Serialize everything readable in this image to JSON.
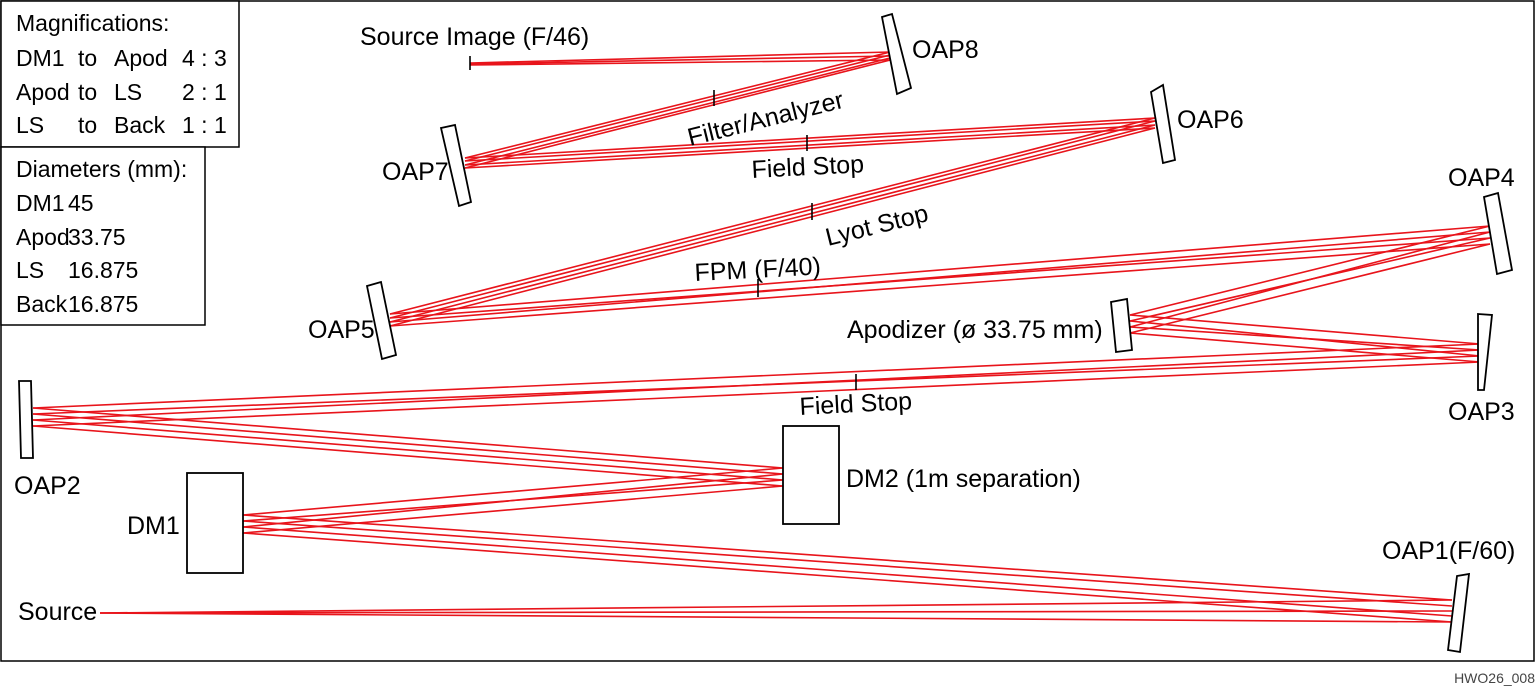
{
  "magnifications": {
    "title": "Magnifications:",
    "rows": [
      {
        "from": "DM1",
        "to": "to",
        "target": "Apod",
        "ratio": "4 : 3"
      },
      {
        "from": "Apod",
        "to": "to",
        "target": "LS",
        "ratio": "2 : 1"
      },
      {
        "from": "LS",
        "to": "to",
        "target": "Back",
        "ratio": "1 : 1"
      }
    ]
  },
  "diameters": {
    "title": "Diameters (mm):",
    "rows": [
      {
        "name": "DM1",
        "value": "45"
      },
      {
        "name": "Apod",
        "value": "33.75"
      },
      {
        "name": "LS",
        "value": "16.875"
      },
      {
        "name": "Back",
        "value": "16.875"
      }
    ]
  },
  "labels": {
    "source_image": "Source Image (F/46)",
    "oap8": "OAP8",
    "filter_analyzer": "Filter/Analyzer",
    "oap7": "OAP7",
    "field_stop_upper": "Field Stop",
    "oap6": "OAP6",
    "lyot_stop": "Lyot Stop",
    "oap4": "OAP4",
    "fpm": "FPM (F/40)",
    "oap5": "OAP5",
    "apodizer": "Apodizer (ø 33.75 mm)",
    "oap3": "OAP3",
    "field_stop_lower": "Field Stop",
    "oap2": "OAP2",
    "dm2": "DM2 (1m separation)",
    "dm1": "DM1",
    "oap1": "OAP1(F/60)",
    "source": "Source"
  },
  "footer": "HWO26_008",
  "colors": {
    "beam": "#e8141b",
    "outline": "#000000",
    "background": "#ffffff"
  }
}
